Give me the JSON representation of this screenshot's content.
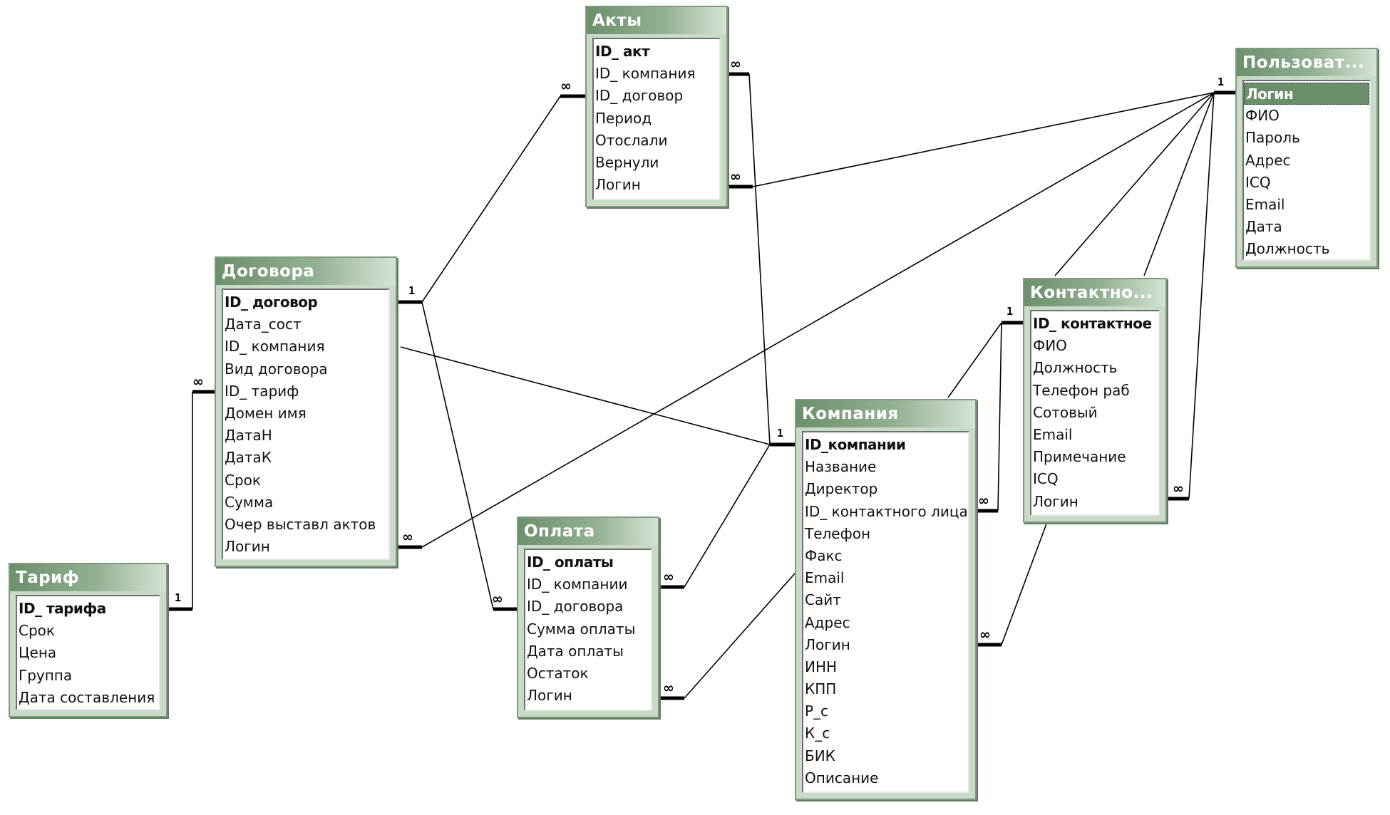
{
  "tables": {
    "akty": {
      "title": "Акты",
      "fields": [
        "ID_ акт",
        "ID_ компания",
        "ID_ договор",
        "Период",
        "Отослали",
        "Вернули",
        "Логин"
      ]
    },
    "polzovateli": {
      "title": "Пользоват...",
      "fields": [
        "Логин",
        "ФИО",
        "Пароль",
        "Адрес",
        "ICQ",
        "Email",
        "Дата",
        "Должность"
      ]
    },
    "dogovora": {
      "title": "Договора",
      "fields": [
        "ID_ договор",
        "Дата_сост",
        "ID_ компания",
        "Вид договора",
        "ID_ тариф",
        "Домен имя",
        "ДатаН",
        "ДатаК",
        "Срок",
        "Сумма",
        "Очер выставл актов",
        "Логин"
      ]
    },
    "kontaktnoe": {
      "title": "Контактно...",
      "fields": [
        "ID_ контактное",
        "ФИО",
        "Должность",
        "Телефон раб",
        "Сотовый",
        "Email",
        "Примечание",
        "ICQ",
        "Логин"
      ]
    },
    "kompaniya": {
      "title": "Компания",
      "fields": [
        "ID_компании",
        "Название",
        "Директор",
        "ID_ контактного лица",
        "Телефон",
        "Факс",
        "Email",
        "Сайт",
        "Адрес",
        "Логин",
        "ИНН",
        "КПП",
        "Р_с",
        "К_с",
        "БИК",
        "Описание"
      ]
    },
    "oplata": {
      "title": "Оплата",
      "fields": [
        "ID_ оплаты",
        "ID_ компании",
        "ID_ договора",
        "Сумма оплаты",
        "Дата оплаты",
        "Остаток",
        "Логин"
      ]
    },
    "tarif": {
      "title": "Тариф",
      "fields": [
        "ID_ тарифа",
        "Срок",
        "Цена",
        "Группа",
        "Дата составления"
      ]
    }
  },
  "cardinality": {
    "one": "1",
    "many": "∞"
  },
  "colors": {
    "title_start": "#6c8f6c",
    "title_end": "#d6e3d6",
    "frame": "#c9dac9",
    "selected": "#6a8e6a"
  }
}
